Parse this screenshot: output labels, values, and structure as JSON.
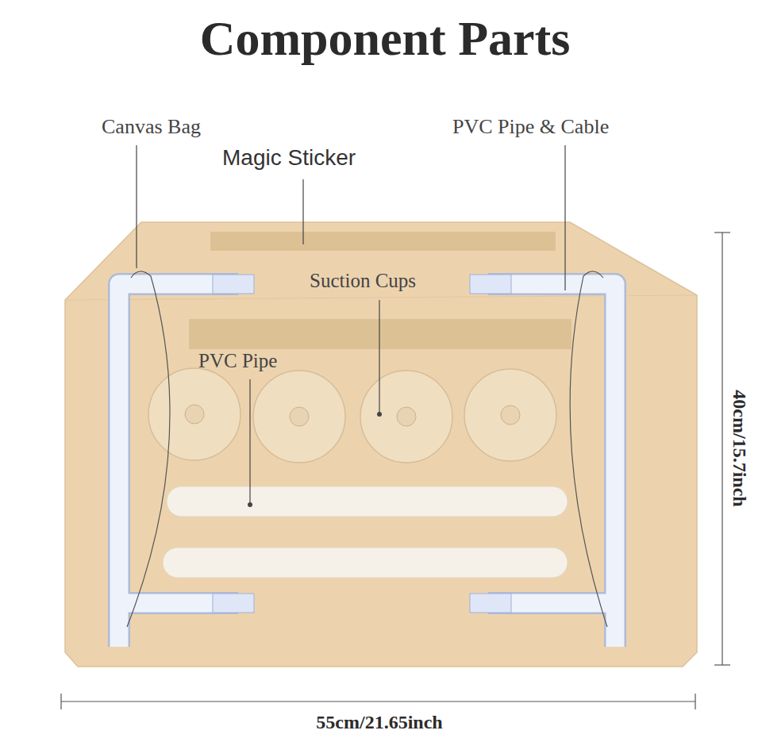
{
  "diagram": {
    "title": "Component Parts",
    "labels": [
      "Canvas Bag",
      "Magic Sticker",
      "PVC Pipe & Cable",
      "Suction Cups",
      "PVC Pipe",
      "40cm/15.7inch",
      "55cm/21.65inch"
    ]
  }
}
